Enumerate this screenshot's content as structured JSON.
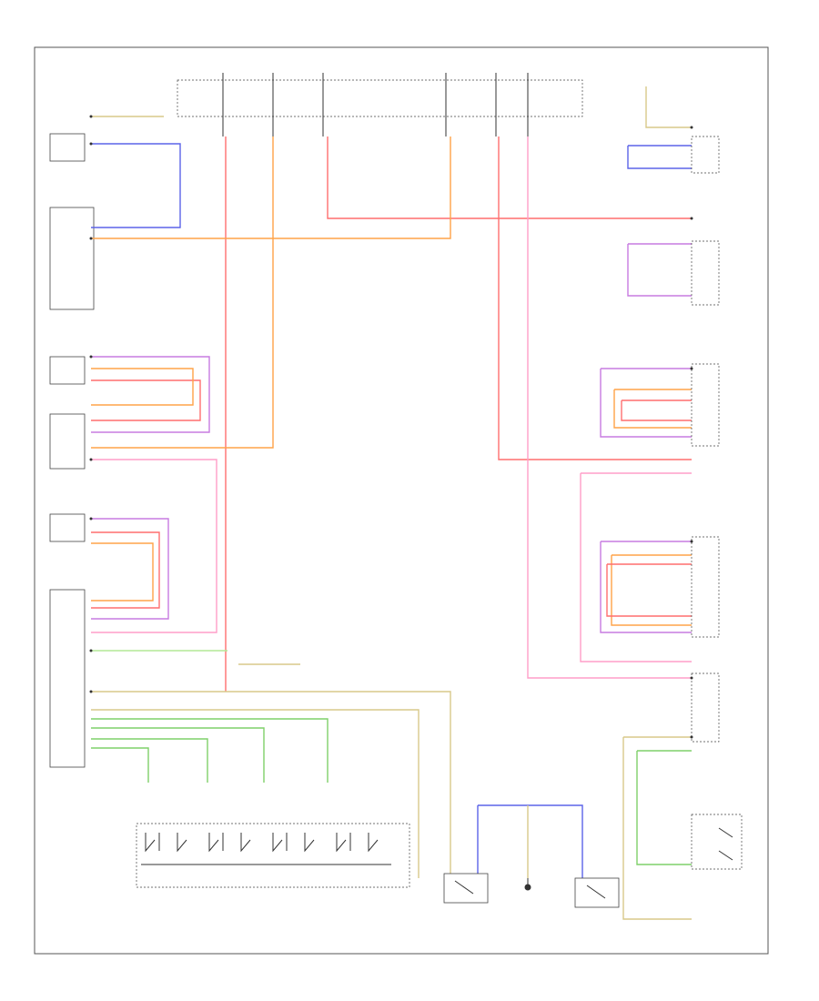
{
  "wire_colors": {
    "red": "#ff6f6f",
    "pink": "#ff9ec8",
    "violet": "#c77be0",
    "blue": "#5b63e8",
    "orange": "#ffa348",
    "tan": "#d8c98a",
    "yellow": "#e6d96a",
    "green": "#7fd06a",
    "black": "#333333",
    "lightgreen": "#b4e896"
  },
  "components": [
    {
      "id": "driver-seat-switch",
      "type": "switch"
    },
    {
      "id": "front-passenger-seat-switch",
      "type": "switch"
    },
    {
      "id": "rear-power-window-switches",
      "type": "switch-group"
    },
    {
      "id": "driver-door-control-module",
      "type": "module"
    },
    {
      "id": "rear-door-modules",
      "type": "module"
    },
    {
      "id": "front-passenger-door-module",
      "type": "module"
    },
    {
      "id": "seat-buckle-switch",
      "type": "switch"
    },
    {
      "id": "ground",
      "type": "ground"
    }
  ]
}
